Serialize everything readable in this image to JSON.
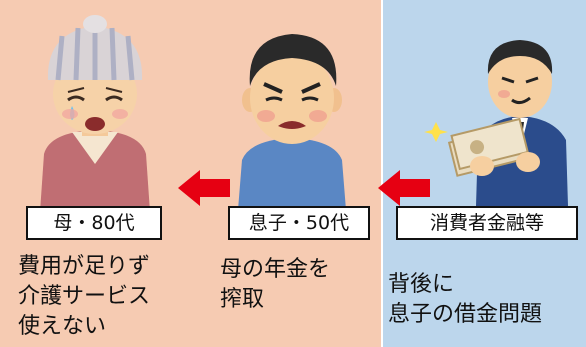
{
  "colors": {
    "left_panel_bg": "#f6cbb2",
    "right_panel_bg": "#bcd6ec",
    "arrow": "#e60012",
    "label_border": "#111111"
  },
  "mother": {
    "label": "母・80代",
    "caption_lines": [
      "費用が足りず",
      "介護サービス",
      "使えない"
    ]
  },
  "son": {
    "label": "息子・50代",
    "caption_lines": [
      "母の年金を",
      "搾取"
    ]
  },
  "lender": {
    "label": "消費者金融等",
    "caption_lines": [
      "背後に",
      "息子の借金問題"
    ]
  },
  "icons": {
    "mother": "crying-grandmother-icon",
    "son": "angry-man-icon",
    "lender": "businessman-holding-money-icon",
    "arrows": "red-left-arrow-icon"
  }
}
